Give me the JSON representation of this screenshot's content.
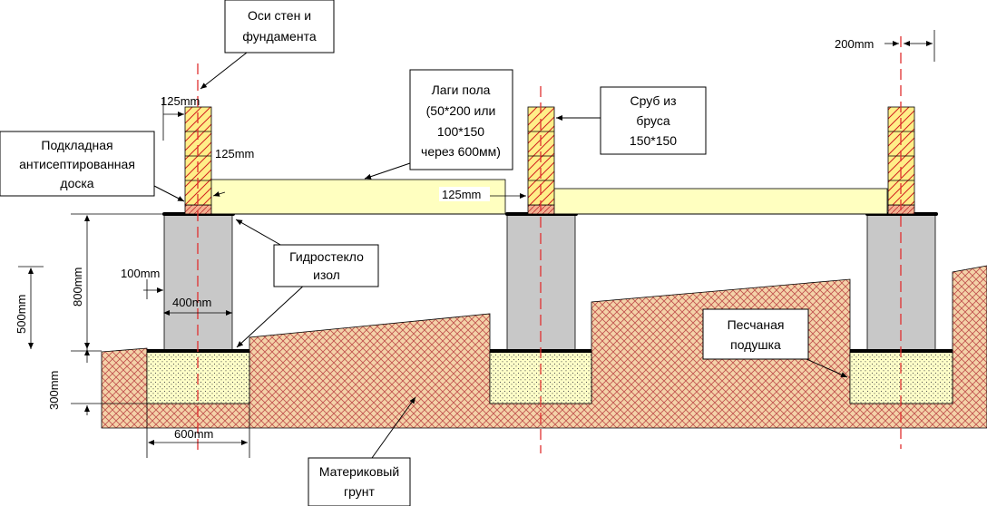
{
  "colors": {
    "soil": "#f4d2a8",
    "soil_hatch": "#c0504d",
    "sand": "#ffffc8",
    "joist": "#ffffc0",
    "concrete": "#c8c8c8",
    "beam_fill": "#ffee88",
    "beam_hatch": "#d02020",
    "axis": "#e03030"
  },
  "labels": {
    "axes": [
      "Оси стен и",
      "фундамента"
    ],
    "board": [
      "Подкладная",
      "антисептированная",
      "доска"
    ],
    "joists": [
      "Лаги пола",
      "(50*200 или",
      "100*150",
      "через 600мм)"
    ],
    "logs": [
      "Сруб из",
      "бруса",
      "150*150"
    ],
    "waterproof": [
      "Гидростекло",
      "изол"
    ],
    "sand_cushion": [
      "Песчаная",
      "подушка"
    ],
    "ground": [
      "Материковый",
      "грунт"
    ]
  },
  "dimensions": {
    "d125_top": "125mm",
    "d125_mid": "125mm",
    "d125_center": "125mm",
    "d200": "200mm",
    "d100": "100mm",
    "d400": "400mm",
    "d600": "600mm",
    "d800": "800mm",
    "d500": "500mm",
    "d300": "300mm"
  }
}
